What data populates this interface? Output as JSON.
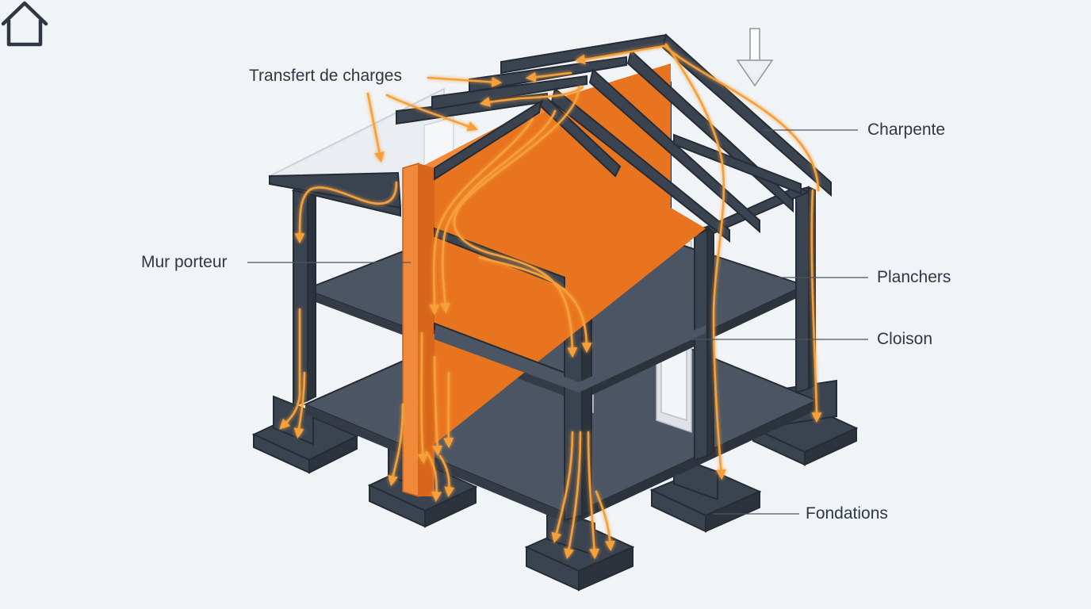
{
  "labels": {
    "load_transfer": "Transfert de charges",
    "frame": "Charpente",
    "load_bearing_wall": "Mur porteur",
    "floors": "Planchers",
    "partition": "Cloison",
    "foundations": "Fondations"
  },
  "icons": [
    "home-icon",
    "down-arrow-icon"
  ],
  "colors": {
    "structure": "#3a4350",
    "structure_edge": "#262c35",
    "slab": "#4b5563",
    "bearing_wall": "#e8741f",
    "load_path": "#f6a03a",
    "background": "#f1f4f7"
  }
}
